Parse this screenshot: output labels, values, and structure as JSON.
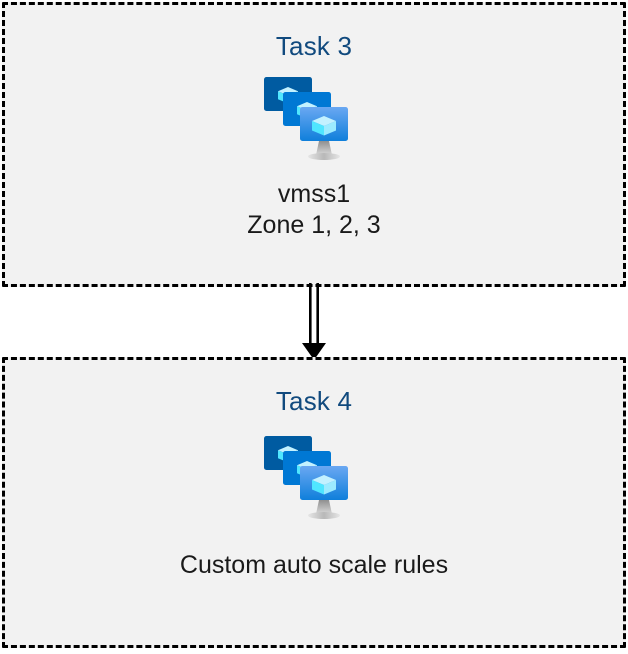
{
  "diagram": {
    "type": "flow",
    "background_color": "#ffffff",
    "box_fill_color": "#f2f2f2",
    "box_border_color": "#000000",
    "box_border_style": "dashed",
    "title_color": "#114a7e",
    "caption_color": "#1a1a1a",
    "nodes": [
      {
        "id": "task3",
        "title": "Task 3",
        "icon": "azure-vm-scale-set-icon",
        "caption": "vmss1\nZone 1, 2, 3",
        "caption_lines": [
          "vmss1",
          "Zone 1, 2, 3"
        ]
      },
      {
        "id": "task4",
        "title": "Task 4",
        "icon": "azure-vm-scale-set-icon",
        "caption": "Custom auto scale rules",
        "caption_lines": [
          "Custom auto scale rules"
        ]
      }
    ],
    "edges": [
      {
        "id": "task3-to-task4",
        "from": "task3",
        "to": "task4",
        "style": "double-line",
        "arrowhead": "solid-triangle",
        "color": "#000000"
      }
    ],
    "icon_palette": {
      "monitor_back": "#005ba1",
      "monitor_mid": "#0078d4",
      "monitor_front_top": "#5ea0ef",
      "monitor_front_bottom": "#0f7fdb",
      "cube_light": "#c3f1ff",
      "cube_mid": "#9cebff",
      "cube_dark": "#50e6ff",
      "stand_gray": "#b3b3b3"
    }
  }
}
